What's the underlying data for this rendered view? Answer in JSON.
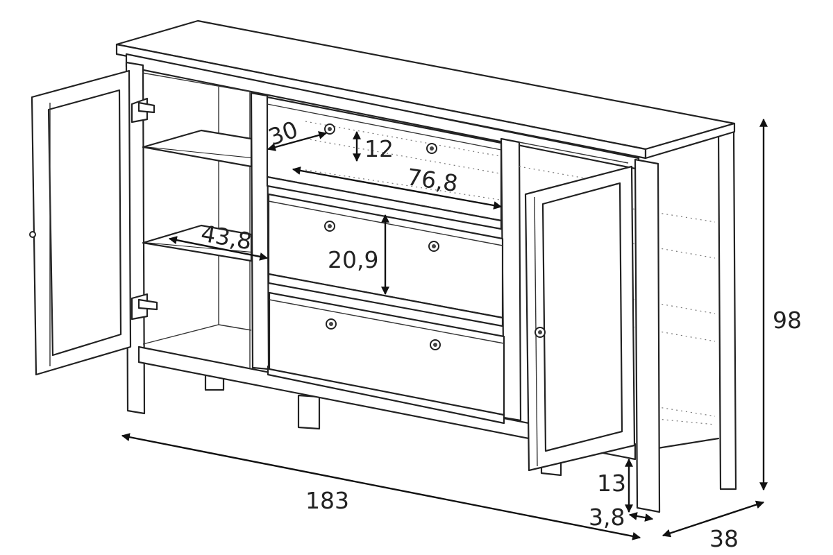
{
  "dimensions": {
    "width": "183",
    "depth": "38",
    "height": "98",
    "leg_height": "13",
    "leg_width": "3,8",
    "drawer_depth": "30",
    "drawer_height_top": "12",
    "drawer_width": "76,8",
    "shelf_depth": "43,8",
    "drawer_height_mid": "20,9"
  }
}
